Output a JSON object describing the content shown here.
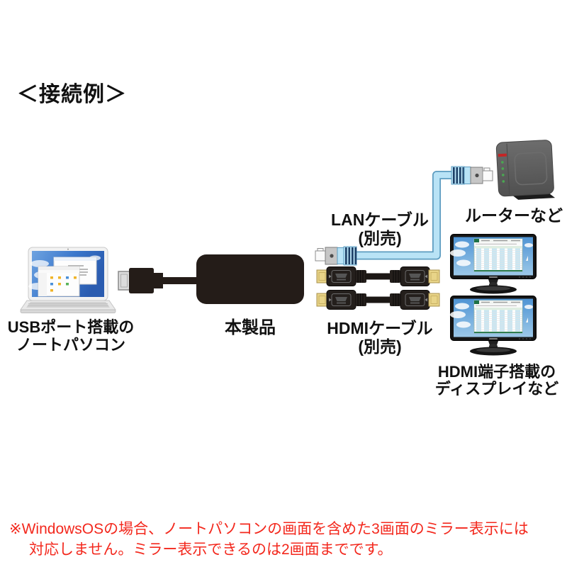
{
  "title": "＜接続例＞",
  "colors": {
    "note_red": "#f3281d",
    "lan_cable_blue": "#b9e3f6",
    "hdmi_plug_gold": "#e8d488",
    "device_black": "#241c18"
  },
  "diagram": {
    "laptop": {
      "label_line1": "USBポート搭載の",
      "label_line2": "ノートパソコン"
    },
    "product": {
      "label": "本製品"
    },
    "lan_cable": {
      "label_line1": "LANケーブル",
      "label_line2": "(別売)"
    },
    "router": {
      "label": "ルーターなど"
    },
    "hdmi_cable": {
      "label_line1": "HDMIケーブル",
      "label_line2": "(別売)"
    },
    "displays": {
      "label_line1": "HDMI端子搭載の",
      "label_line2": "ディスプレイなど"
    }
  },
  "footnote": {
    "line1": "※WindowsOSの場合、ノートパソコンの画面を含めた3画面のミラー表示には",
    "line2": "対応しません。ミラー表示できるのは2画面までです。"
  }
}
